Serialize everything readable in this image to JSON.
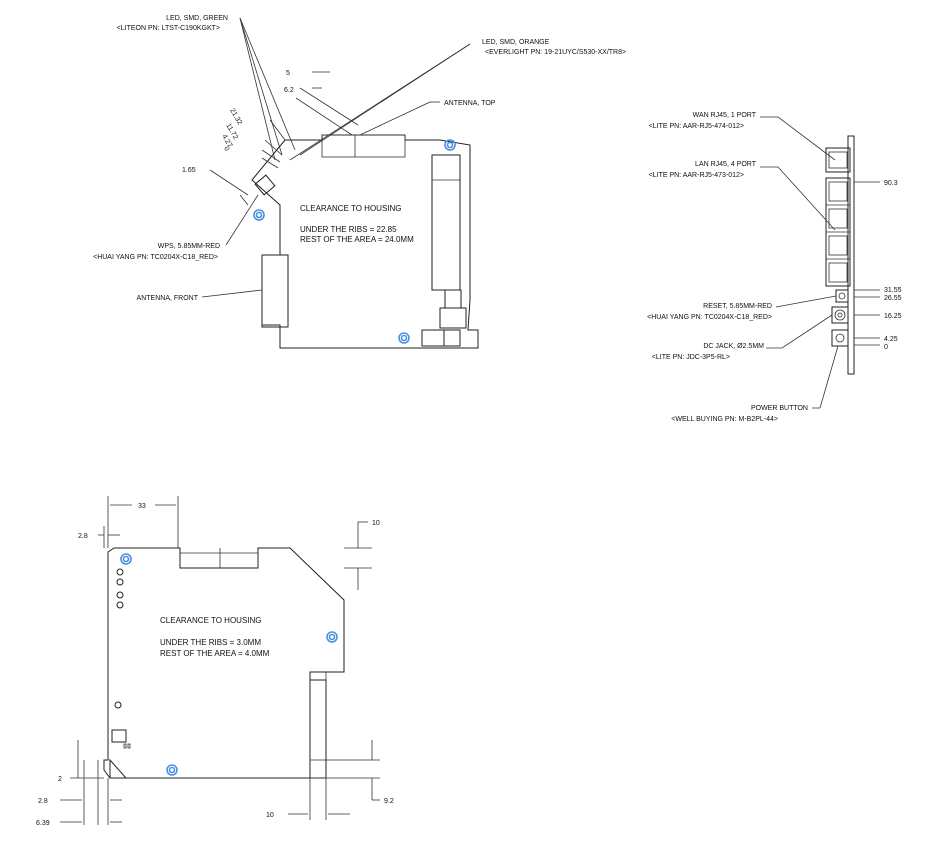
{
  "top_view": {
    "led_green": {
      "line1": "LED, SMD, GREEN",
      "line2": "<LITEON PN: LTST-C190KGKT>"
    },
    "led_orange": {
      "line1": "LED, SMD, ORANGE",
      "line2": "<EVERLIGHT PN: 19-21UYC/S530-XX/TR8>"
    },
    "antenna_top": "ANTENNA, TOP",
    "antenna_front": "ANTENNA, FRONT",
    "wps": {
      "line1": "WPS, 5.85MM-RED",
      "line2": "<HUAI YANG PN: TC0204X-C18_RED>"
    },
    "clearance": {
      "title": "CLEARANCE TO HOUSING",
      "line1": "UNDER THE RIBS = 22.85",
      "line2": "REST OF THE AREA = 24.0MM"
    },
    "dims": {
      "d5": "5",
      "d62": "6.2",
      "d2132": "21.32",
      "d1172": "11.72",
      "d427": "4.27",
      "d0": "0",
      "d165": "1.65"
    }
  },
  "side_view": {
    "wan": {
      "line1": "WAN RJ45, 1 PORT",
      "line2": "<LITE PN: AAR-RJ5-474-012>"
    },
    "lan": {
      "line1": "LAN RJ45, 4 PORT",
      "line2": "<LITE PN: AAR-RJ5-473-012>"
    },
    "reset": {
      "line1": "RESET, 5.85MM-RED",
      "line2": "<HUAI YANG PN: TC0204X-C18_RED>"
    },
    "dcjack": {
      "line1": "DC JACK,   Ø2.5MM",
      "line2": "<LITE PN: JDC-3P5-RL>"
    },
    "power": {
      "line1": "POWER BUTTON",
      "line2": "<WELL BUYING PN: M-B2PL-44>"
    },
    "dims": {
      "d903": "90.3",
      "d3155": "31.55",
      "d2655": "26.55",
      "d1625": "16.25",
      "d425": "4.25",
      "d0": "0"
    }
  },
  "bottom_view": {
    "clearance": {
      "title": "CLEARANCE TO HOUSING",
      "line1": "UNDER THE RIBS = 3.0MM",
      "line2": "REST OF THE AREA = 4.0MM"
    },
    "dims": {
      "d33": "33",
      "d28a": "2.8",
      "d10a": "10",
      "d2": "2",
      "d28b": "2.8",
      "d639": "6.39",
      "d10b": "10",
      "d92": "9.2"
    }
  }
}
